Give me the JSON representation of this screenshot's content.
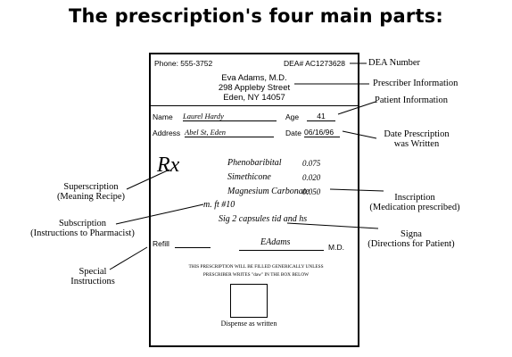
{
  "title": "The prescription's four main parts:",
  "prescription": {
    "phone": "Phone: 555-3752",
    "dea": "DEA# AC1273628",
    "prescriber_name": "Eva Adams, M.D.",
    "prescriber_street": "298 Appleby Street",
    "prescriber_city": "Eden, NY 14057",
    "name_label": "Name",
    "name_value": "Laurel Hardy",
    "age_label": "Age",
    "age_value": "41",
    "address_label": "Address",
    "address_value": "Abel St, Eden",
    "date_label": "Date",
    "date_value": "06/16/96",
    "rx_symbol": "Rx",
    "drug_1": "Phenobaribital",
    "drug_1_amount": "0.075",
    "drug_2": "Simethicone",
    "drug_2_amount": "0.020",
    "drug_3": "Magnesium Carbonate",
    "drug_3_amount": "0.050",
    "subscription": "m. ft #10",
    "signa": "Sig 2 capsules tid and hs",
    "refill_label": "Refill",
    "signature": "EAdams",
    "md": "M.D.",
    "dispense_line_1": "THIS PRESCRIPTION WILL BE FILLED GENERICALLY UNLESS",
    "dispense_line_2": "PRESCRIBER WRITES \"daw\" IN THE BOX BELOW",
    "dispense_label": "Dispense as written"
  },
  "labels": {
    "dea_number": "DEA Number",
    "prescriber_info": "Prescriber Information",
    "patient_info": "Patient Information",
    "date_written_1": "Date Prescription",
    "date_written_2": "was Written",
    "superscription_1": "Superscription",
    "superscription_2": "(Meaning Recipe)",
    "inscription_1": "Inscription",
    "inscription_2": "(Medication prescribed)",
    "subscription_1": "Subscription",
    "subscription_2": "(Instructions to Pharmacist)",
    "signa_1": "Signa",
    "signa_2": "(Directions for Patient)",
    "special_1": "Special",
    "special_2": "Instructions"
  }
}
